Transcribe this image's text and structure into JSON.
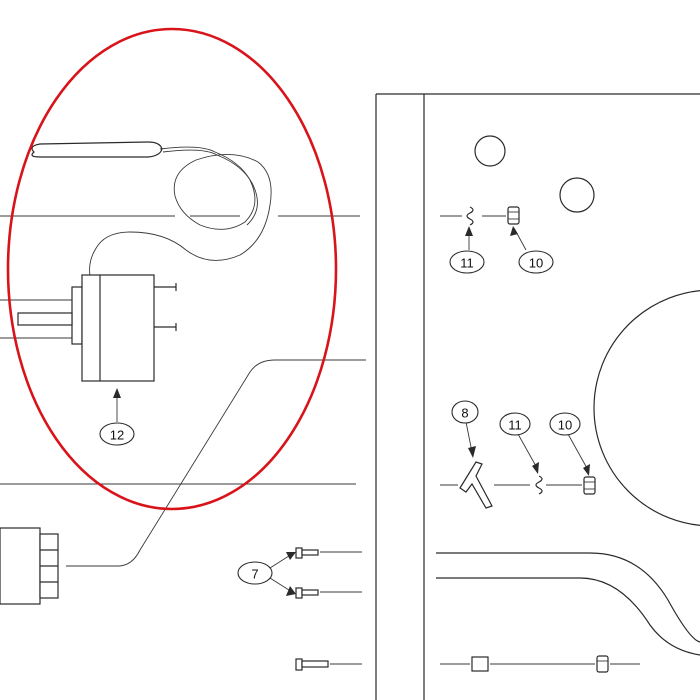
{
  "callouts": {
    "c12": "12",
    "c11_top": "11",
    "c10_top": "10",
    "c8": "8",
    "c11_mid": "11",
    "c10_mid": "10",
    "c7": "7"
  },
  "colors": {
    "line": "#2a2a2a",
    "highlight": "#d8141a",
    "background": "#ffffff"
  }
}
